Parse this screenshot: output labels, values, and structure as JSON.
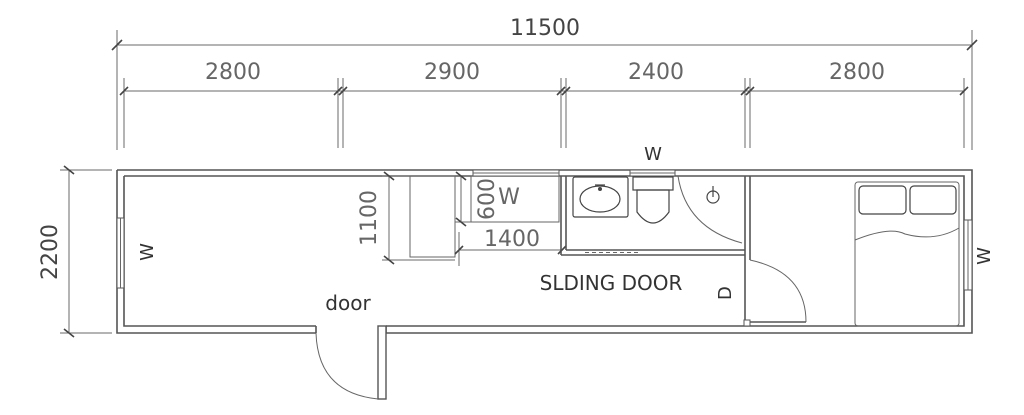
{
  "dimensions": {
    "total_length": "11500",
    "segments": [
      "2800",
      "2900",
      "2400",
      "2800"
    ],
    "width": "2200",
    "cabinet_depth": "1100",
    "counter_depth": "600",
    "counter_length": "1400"
  },
  "labels": {
    "sliding_door": "SLDING DOOR",
    "entry_door": "door",
    "window_top": "W",
    "window_left": "W",
    "window_right": "W",
    "window_kitchen": "W",
    "door_d": "D"
  }
}
